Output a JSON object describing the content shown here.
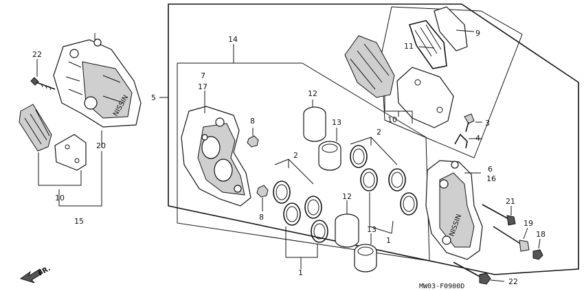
{
  "callouts": {
    "c22a": "22",
    "c20": "20",
    "c10a": "10",
    "c15": "15",
    "c5": "5",
    "c14": "14",
    "c7": "7",
    "c17": "17",
    "c8a": "8",
    "c8b": "8",
    "c12a": "12",
    "c13a": "13",
    "c2a": "2",
    "c2b": "2",
    "c12b": "12",
    "c13b": "13",
    "c1a": "1",
    "c1b": "1",
    "c9": "9",
    "c11": "11",
    "c10b": "10",
    "c3": "3",
    "c4": "4",
    "c6": "6",
    "c16": "16",
    "c21": "21",
    "c19": "19",
    "c18": "18",
    "c22b": "22"
  },
  "front_label": "FR.",
  "diagram_code": "MW03-F0900D"
}
